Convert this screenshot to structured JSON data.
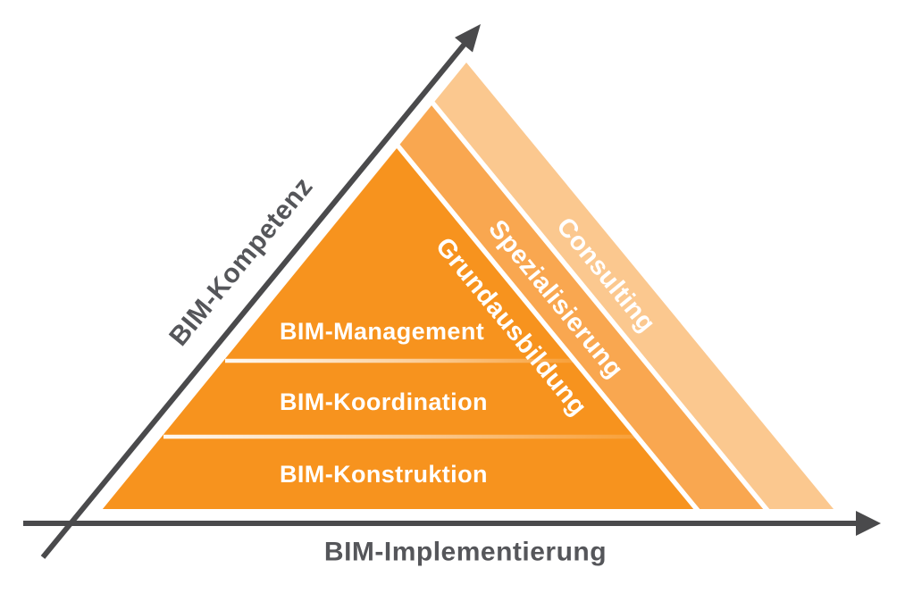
{
  "diagram": {
    "type": "pyramid",
    "x_axis": {
      "label": "BIM-Implementierung"
    },
    "y_axis": {
      "label": "BIM-Kompetenz"
    },
    "levels": [
      {
        "label": "BIM-Management"
      },
      {
        "label": "BIM-Koordination"
      },
      {
        "label": "BIM-Konstruktion"
      }
    ],
    "bands": [
      {
        "label": "Grundausbildung",
        "color": "#F7931E"
      },
      {
        "label": "Spezialisierung",
        "color": "#F9A750"
      },
      {
        "label": "Consulting",
        "color": "#FBC88F"
      }
    ],
    "colors": {
      "axis": "#4A4A4C",
      "axis_label_text": "#55565A",
      "label_text": "#FFFFFF",
      "separator": "#FFFFFF"
    }
  }
}
